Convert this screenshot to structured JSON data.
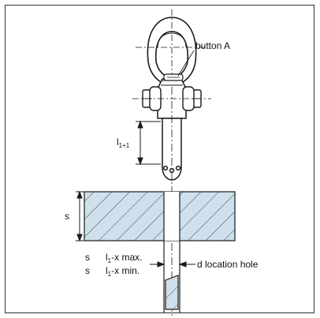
{
  "labels": {
    "button_a": "button A",
    "l1_base": "l",
    "l1_sub": "1+1",
    "s": "s",
    "s_max": "s",
    "s_min": "s",
    "l1x_max_base": "l",
    "l1x_max_sub": "1",
    "l1x_max_tail": "-x max.",
    "l1x_min_base": "l",
    "l1x_min_sub": "1",
    "l1x_min_tail": "-x min.",
    "d_location": "d  location hole"
  },
  "colors": {
    "line": "#1a1a1a",
    "hatch_fill": "#cfe0ec",
    "hatch_line": "#3a4a55",
    "background": "#ffffff"
  }
}
